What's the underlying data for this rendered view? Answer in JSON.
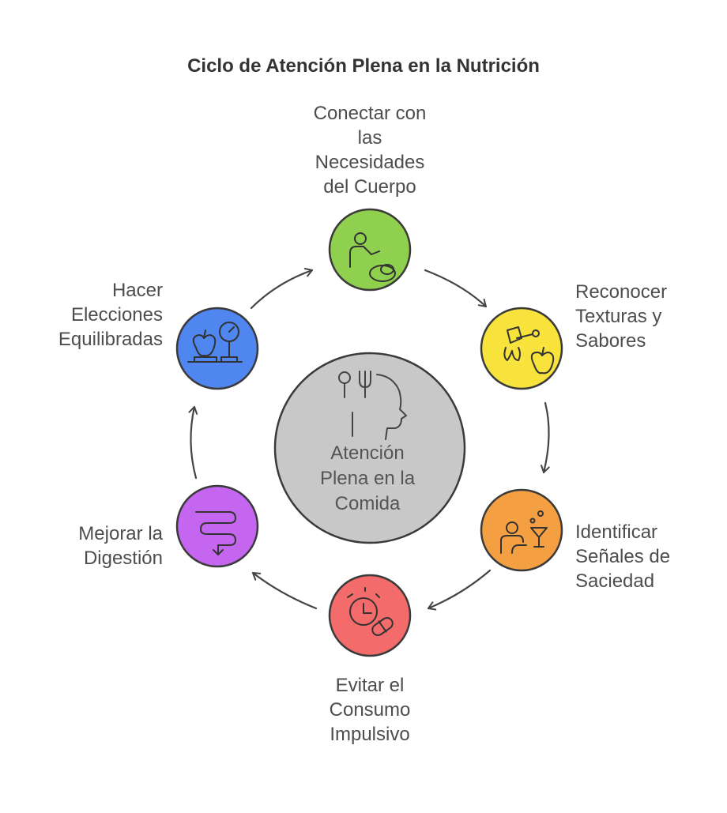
{
  "title": "Ciclo de Atención Plena en la Nutrición",
  "center": {
    "lines": [
      "Atención",
      "Plena en la",
      "Comida"
    ],
    "icon": "head-with-utensils-icon",
    "color": "#c8c8c8"
  },
  "steps": [
    {
      "id": "connect",
      "lines": [
        "Conectar con",
        "las",
        "Necesidades",
        "del Cuerpo"
      ],
      "icon": "person-with-food-icon",
      "color": "#8fd14f"
    },
    {
      "id": "textures",
      "lines": [
        "Reconocer",
        "Texturas y",
        "Sabores"
      ],
      "icon": "honey-apple-icon",
      "color": "#f7e33b"
    },
    {
      "id": "satiety",
      "lines": [
        "Identificar",
        "Señales de",
        "Saciedad"
      ],
      "icon": "person-cocktail-icon",
      "color": "#f4a042"
    },
    {
      "id": "impulsive",
      "lines": [
        "Evitar el",
        "Consumo",
        "Impulsivo"
      ],
      "icon": "clock-pill-icon",
      "color": "#f46b6b"
    },
    {
      "id": "digestion",
      "lines": [
        "Mejorar la",
        "Digestión"
      ],
      "icon": "intestine-icon",
      "color": "#c466f0"
    },
    {
      "id": "choices",
      "lines": [
        "Hacer",
        "Elecciones",
        "Equilibradas"
      ],
      "icon": "apple-scale-icon",
      "color": "#4f86f0"
    }
  ]
}
